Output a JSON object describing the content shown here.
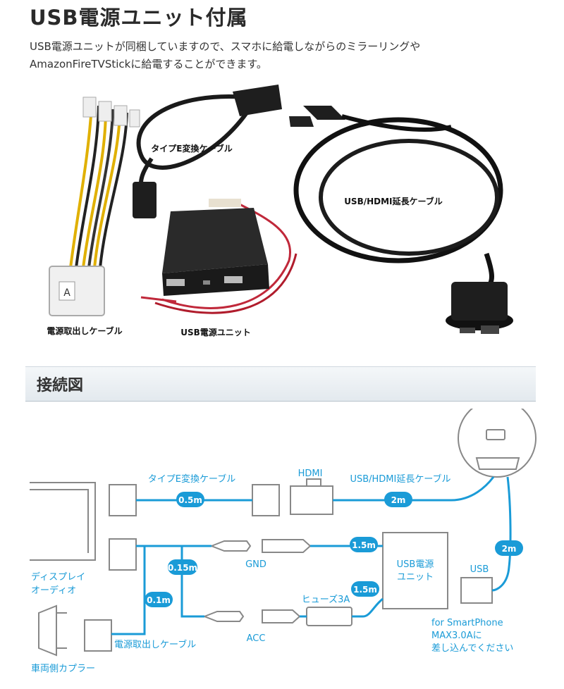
{
  "header": {
    "title": "USB電源ユニット付属",
    "description_line1": "USB電源ユニットが同梱していますので、スマホに給電しながらのミラーリングや",
    "description_line2": "AmazonFireTVStickに給電することができます。"
  },
  "photo_labels": {
    "type_e_cable": "タイプE変換ケーブル",
    "usb_hdmi_cable": "USB/HDMI延長ケーブル",
    "power_cable": "電源取出しケーブル",
    "usb_unit": "USB電源ユニット",
    "connector_letter": "A"
  },
  "section": {
    "title": "接続図"
  },
  "diagram": {
    "type_e_label": "タイプE変換ケーブル",
    "hdmi_label": "HDMI",
    "usb_hdmi_label": "USB/HDMI延長ケーブル",
    "len_05": "0.5m",
    "len_2m_top": "2m",
    "len_15_gnd": "1.5m",
    "len_015": "0.15m",
    "len_01": "0.1m",
    "len_15_fuse": "1.5m",
    "len_2m_right": "2m",
    "gnd_label": "GND",
    "acc_label": "ACC",
    "fuse_label": "ヒューズ3A",
    "unit_line1": "USB電源",
    "unit_line2": "ユニット",
    "usb_label": "USB",
    "display_line1": "ディスプレイ",
    "display_line2": "オーディオ",
    "power_cable_label": "電源取出しケーブル",
    "coupler_label": "車両側カプラー",
    "smartphone_line1": "for SmartPhone",
    "smartphone_line2": "MAX3.0Aに",
    "smartphone_line3": "差し込んでください"
  },
  "colors": {
    "cable": "#1a9bd7",
    "outline": "#888888",
    "badge": "#1a9bd7"
  }
}
